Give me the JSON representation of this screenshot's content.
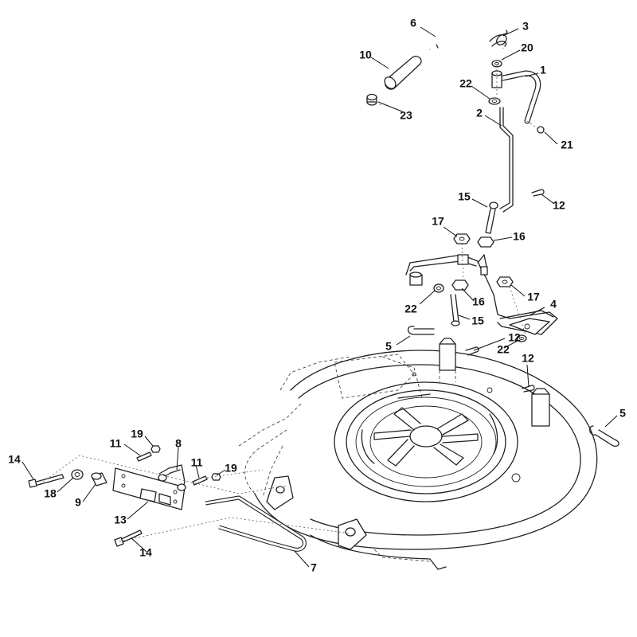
{
  "callouts": [
    {
      "id": "6",
      "text": "6"
    },
    {
      "id": "3",
      "text": "3"
    },
    {
      "id": "10",
      "text": "10"
    },
    {
      "id": "20",
      "text": "20"
    },
    {
      "id": "1",
      "text": "1"
    },
    {
      "id": "22a",
      "text": "22"
    },
    {
      "id": "23",
      "text": "23"
    },
    {
      "id": "2",
      "text": "2"
    },
    {
      "id": "21",
      "text": "21"
    },
    {
      "id": "15a",
      "text": "15"
    },
    {
      "id": "12a",
      "text": "12"
    },
    {
      "id": "17a",
      "text": "17"
    },
    {
      "id": "16a",
      "text": "16"
    },
    {
      "id": "17b",
      "text": "17"
    },
    {
      "id": "22b",
      "text": "22"
    },
    {
      "id": "16b",
      "text": "16"
    },
    {
      "id": "4",
      "text": "4"
    },
    {
      "id": "15b",
      "text": "15"
    },
    {
      "id": "5a",
      "text": "5"
    },
    {
      "id": "12b",
      "text": "12"
    },
    {
      "id": "22c",
      "text": "22"
    },
    {
      "id": "12c",
      "text": "12"
    },
    {
      "id": "5b",
      "text": "5"
    },
    {
      "id": "11a",
      "text": "11"
    },
    {
      "id": "19a",
      "text": "19"
    },
    {
      "id": "8",
      "text": "8"
    },
    {
      "id": "11b",
      "text": "11"
    },
    {
      "id": "19b",
      "text": "19"
    },
    {
      "id": "14a",
      "text": "14"
    },
    {
      "id": "18",
      "text": "18"
    },
    {
      "id": "9",
      "text": "9"
    },
    {
      "id": "13",
      "text": "13"
    },
    {
      "id": "7",
      "text": "7"
    },
    {
      "id": "14b",
      "text": "14"
    }
  ]
}
